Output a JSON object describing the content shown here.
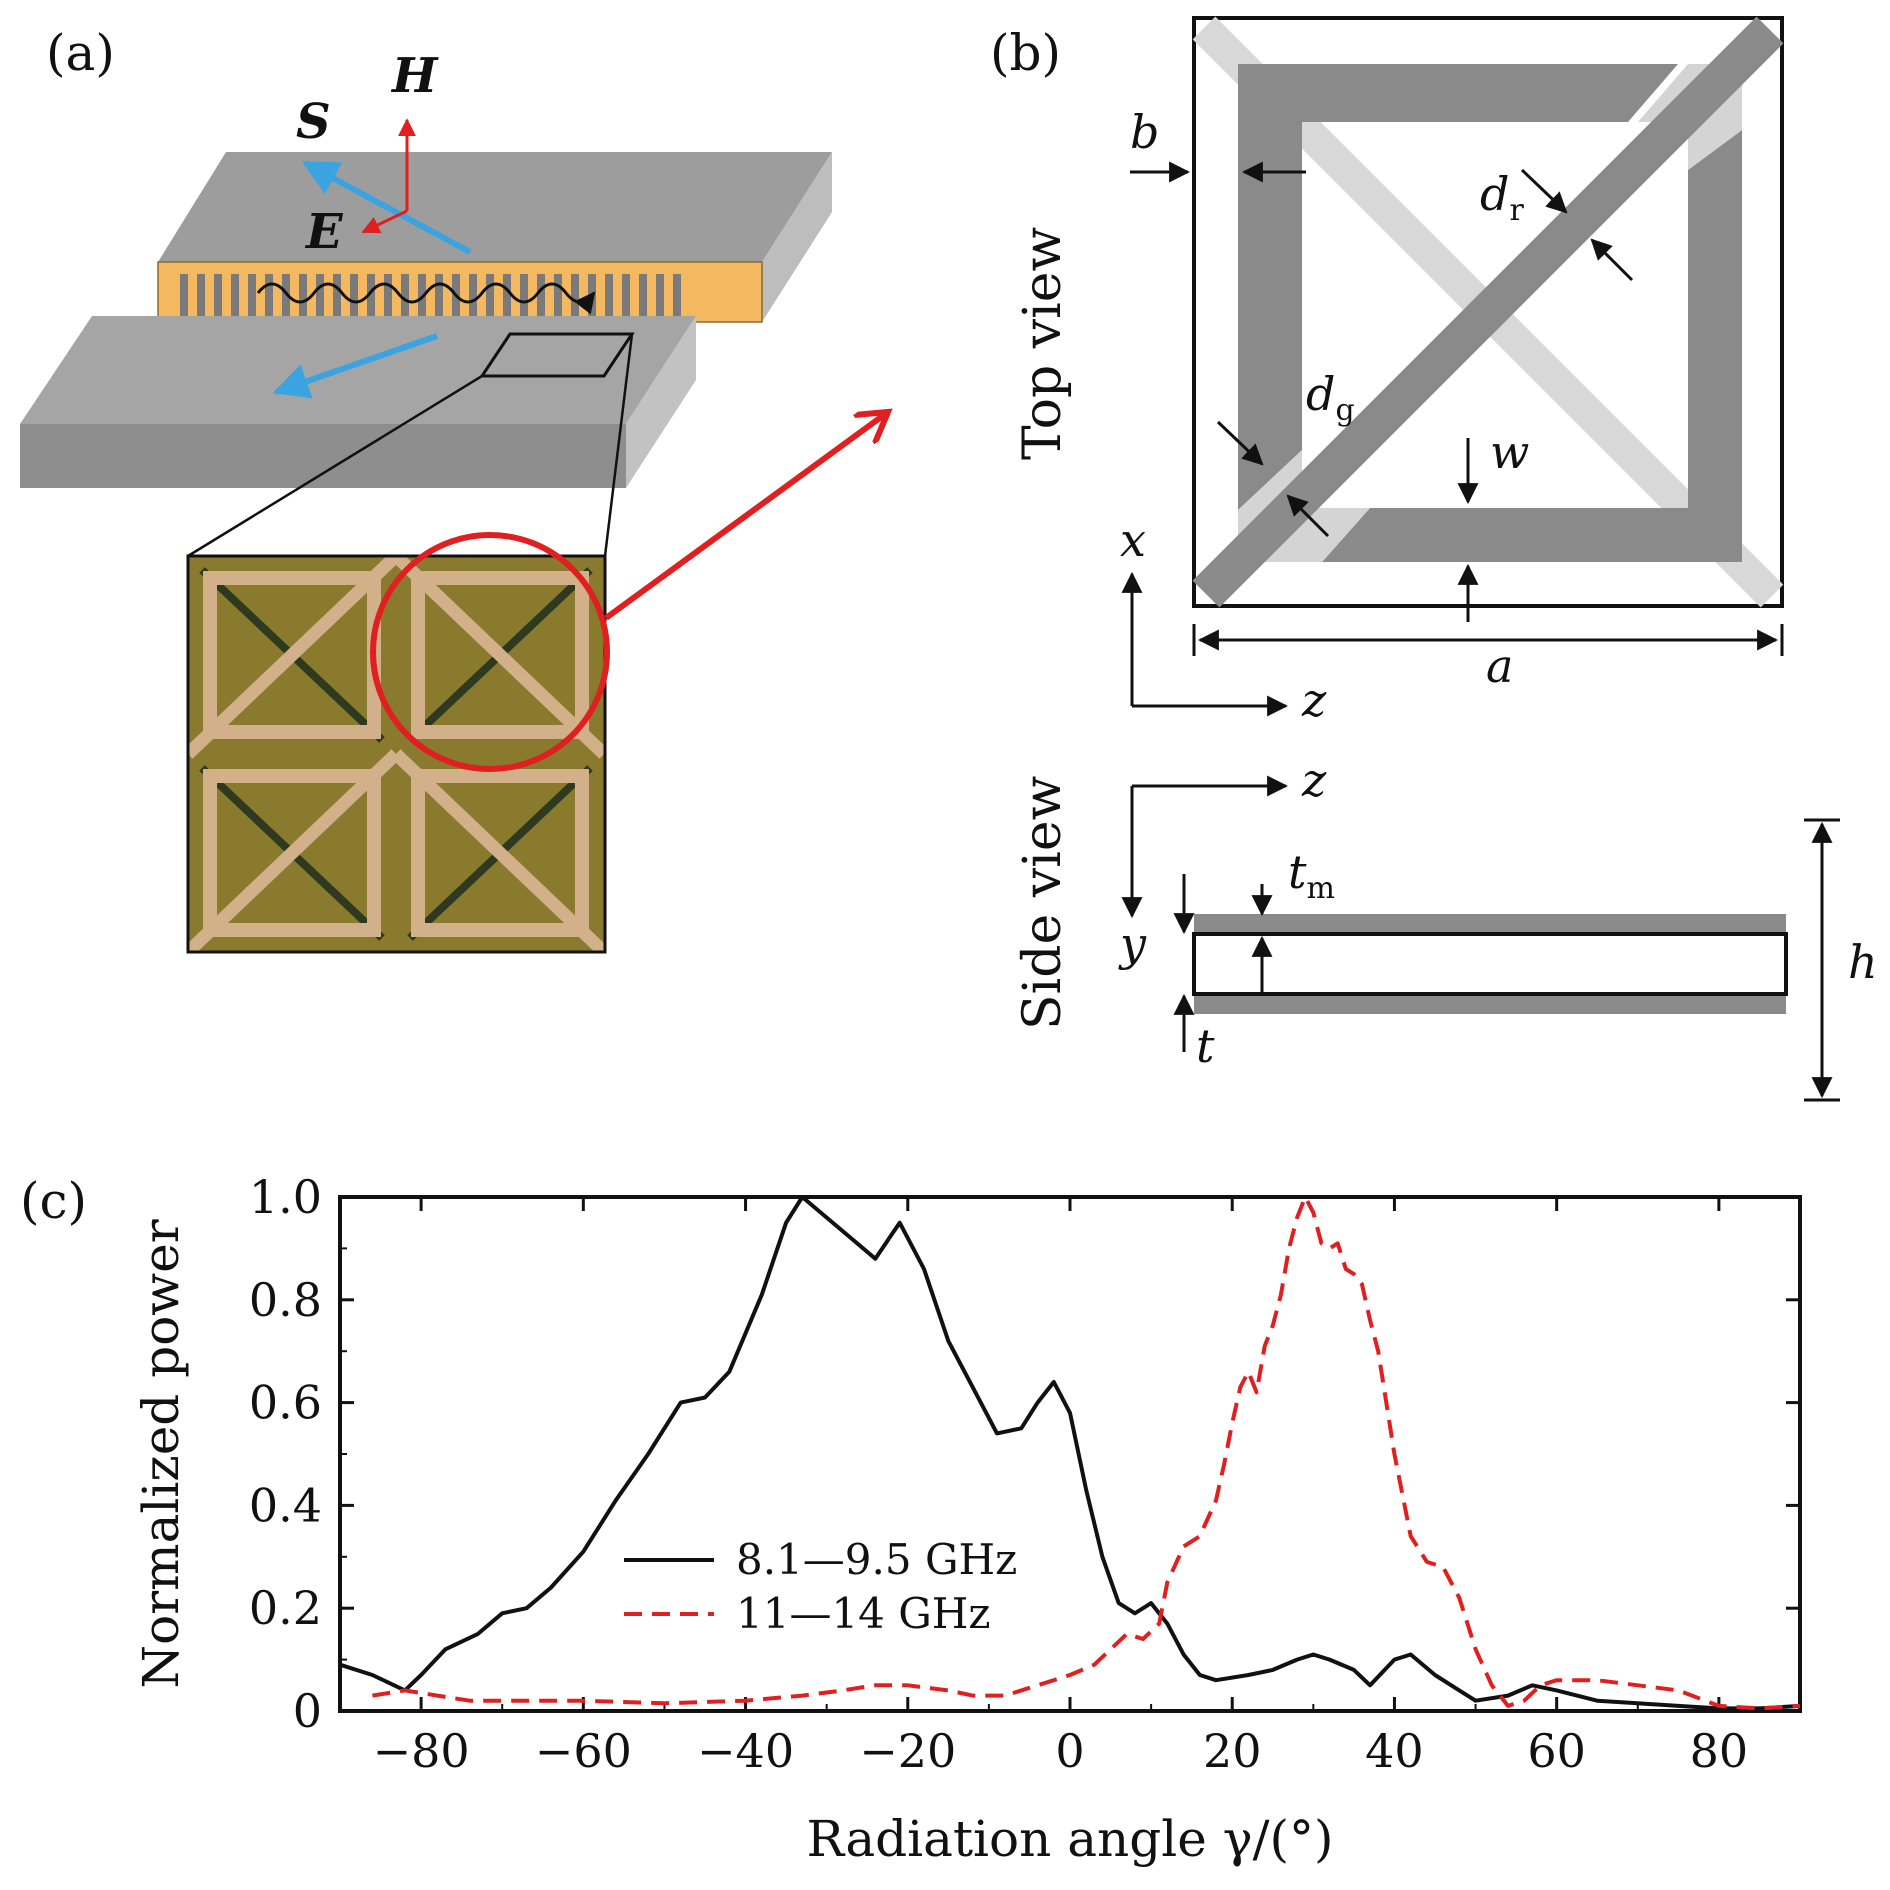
{
  "panel_a": {
    "label": "(a)",
    "vector_S": "S",
    "vector_H": "H",
    "vector_E": "E",
    "colors": {
      "metal": "#9a9a9a",
      "substrate": "#f4b860",
      "poynting": "#3aa3e0",
      "field": "#e02020",
      "photo": "#8a7a2e",
      "copper": "#c49a6c"
    }
  },
  "panel_b": {
    "label": "(b)",
    "top_view_title": "Top view",
    "side_view_title": "Side view",
    "dim_b": "b",
    "dim_dr_main": "d",
    "dim_dr_sub": "r",
    "dim_dg_main": "d",
    "dim_dg_sub": "g",
    "dim_w": "w",
    "dim_a": "a",
    "axis_x": "x",
    "axis_z_top": "z",
    "axis_z_side": "z",
    "axis_y": "y",
    "dim_tm_main": "t",
    "dim_tm_sub": "m",
    "dim_t": "t",
    "dim_h": "h"
  },
  "panel_c": {
    "label": "(c)"
  },
  "chart_data": {
    "type": "line",
    "xlabel": "Radiation angle γ/(°)",
    "ylabel": "Normalized power",
    "xlim": [
      -90,
      90
    ],
    "ylim": [
      0,
      1.0
    ],
    "xticks": [
      "−80",
      "−60",
      "−40",
      "−20",
      "0",
      "20",
      "40",
      "60",
      "80"
    ],
    "yticks": [
      "0",
      "0.2",
      "0.4",
      "0.6",
      "0.8",
      "1.0"
    ],
    "legend_position": "center-left",
    "series": [
      {
        "name": "8.1—9.5 GHz",
        "color": "#111111",
        "style": "solid",
        "x": [
          -90,
          -86,
          -82,
          -80,
          -77,
          -73,
          -70,
          -67,
          -64,
          -60,
          -56,
          -52,
          -48,
          -45,
          -42,
          -38,
          -35,
          -33,
          -30,
          -27,
          -24,
          -21,
          -18,
          -15,
          -12,
          -9,
          -6,
          -4,
          -2,
          0,
          2,
          4,
          6,
          8,
          10,
          12,
          14,
          16,
          18,
          22,
          25,
          28,
          30,
          32,
          35,
          37,
          40,
          42,
          45,
          48,
          50,
          54,
          57,
          60,
          65,
          70,
          75,
          80,
          85,
          90
        ],
        "y": [
          0.09,
          0.07,
          0.04,
          0.07,
          0.12,
          0.15,
          0.19,
          0.2,
          0.24,
          0.31,
          0.41,
          0.5,
          0.6,
          0.61,
          0.66,
          0.81,
          0.95,
          1.0,
          0.96,
          0.92,
          0.88,
          0.95,
          0.86,
          0.72,
          0.63,
          0.54,
          0.55,
          0.6,
          0.64,
          0.58,
          0.43,
          0.3,
          0.21,
          0.19,
          0.21,
          0.17,
          0.11,
          0.07,
          0.06,
          0.07,
          0.08,
          0.1,
          0.11,
          0.1,
          0.08,
          0.05,
          0.1,
          0.11,
          0.07,
          0.04,
          0.02,
          0.03,
          0.05,
          0.04,
          0.02,
          0.015,
          0.01,
          0.005,
          0.005,
          0.01
        ]
      },
      {
        "name": "11—14 GHz",
        "color": "#e02020",
        "style": "dashed",
        "x": [
          -86,
          -82,
          -78,
          -74,
          -70,
          -60,
          -50,
          -40,
          -33,
          -28,
          -24,
          -20,
          -15,
          -12,
          -8,
          -4,
          0,
          3,
          5,
          7,
          9,
          11,
          12,
          14,
          16,
          18,
          19,
          20,
          21,
          22,
          23,
          24,
          25,
          26,
          27,
          28,
          29,
          30,
          31,
          32,
          33,
          34,
          35,
          36,
          37,
          38,
          40,
          42,
          44,
          46,
          48,
          50,
          52,
          54,
          56,
          58,
          60,
          65,
          70,
          75,
          80,
          85,
          90
        ],
        "y": [
          0.03,
          0.04,
          0.03,
          0.02,
          0.02,
          0.02,
          0.015,
          0.02,
          0.03,
          0.04,
          0.05,
          0.05,
          0.04,
          0.03,
          0.03,
          0.05,
          0.07,
          0.09,
          0.12,
          0.15,
          0.14,
          0.17,
          0.25,
          0.32,
          0.34,
          0.41,
          0.48,
          0.56,
          0.63,
          0.66,
          0.62,
          0.71,
          0.75,
          0.81,
          0.9,
          0.96,
          1.0,
          0.97,
          0.91,
          0.9,
          0.91,
          0.86,
          0.85,
          0.83,
          0.76,
          0.7,
          0.5,
          0.34,
          0.29,
          0.28,
          0.22,
          0.12,
          0.05,
          0.01,
          0.02,
          0.05,
          0.06,
          0.06,
          0.05,
          0.04,
          0.01,
          0.005,
          0.01
        ]
      }
    ]
  }
}
